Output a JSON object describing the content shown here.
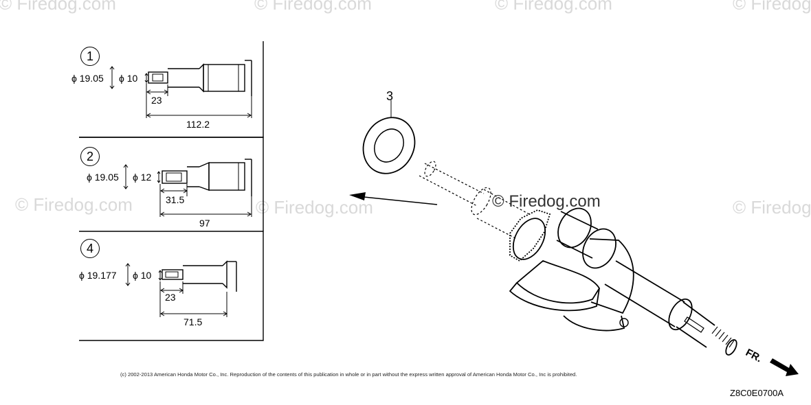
{
  "watermarks": [
    "© Firedog.com",
    "© Firedog.com",
    "© Firedog.com",
    "© Firedog.com",
    "© Firedog.com",
    "© Firedog.com",
    "© Firedog.com"
  ],
  "watermark_main": "© Firedog.com",
  "panels": [
    {
      "index": "1",
      "outer_dia": "ϕ 19.05",
      "inner_dia": "ϕ 10",
      "short_len": "23",
      "long_len": "112.2"
    },
    {
      "index": "2",
      "outer_dia": "ϕ 19.05",
      "inner_dia": "ϕ 12",
      "short_len": "31.5",
      "long_len": "97"
    },
    {
      "index": "4",
      "outer_dia": "ϕ 19.177",
      "inner_dia": "ϕ 10",
      "short_len": "23",
      "long_len": "71.5"
    }
  ],
  "part_label": "3",
  "copyright": "(c) 2002-2013 American Honda Motor Co., Inc. Reproduction of the contents of this publication in whole or in part without the express written approval of American Honda Motor Co., Inc is prohibited.",
  "diagram_code": "Z8C0E0700A",
  "direction_label": "FR."
}
